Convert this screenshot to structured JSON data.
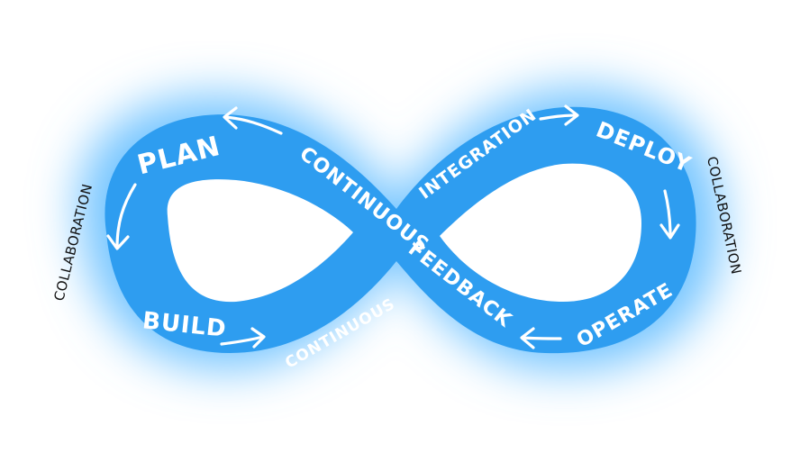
{
  "colors": {
    "band": "#2e9df0",
    "glow": "#6cc1ff",
    "text_on_band": "#ffffff",
    "side_text": "#111111",
    "background": "#ffffff"
  },
  "labels": {
    "plan": "PLAN",
    "build": "BUILD",
    "continuous_build": "CONTINUOUS",
    "continuous_center": "CONTINUOUS",
    "integration": "INTEGRATION",
    "deploy": "DEPLOY",
    "operate": "OPERATE",
    "feedback": "FEEDBACK",
    "collaboration_left": "COLLABORATION",
    "collaboration_right": "COLLABORATION"
  },
  "arrows": [
    {
      "name": "arrow-to-plan-icon"
    },
    {
      "name": "arrow-plan-to-build-icon"
    },
    {
      "name": "arrow-build-to-continuous-icon"
    },
    {
      "name": "arrow-integration-to-deploy-icon"
    },
    {
      "name": "arrow-deploy-to-operate-icon"
    },
    {
      "name": "arrow-operate-to-feedback-icon"
    }
  ]
}
